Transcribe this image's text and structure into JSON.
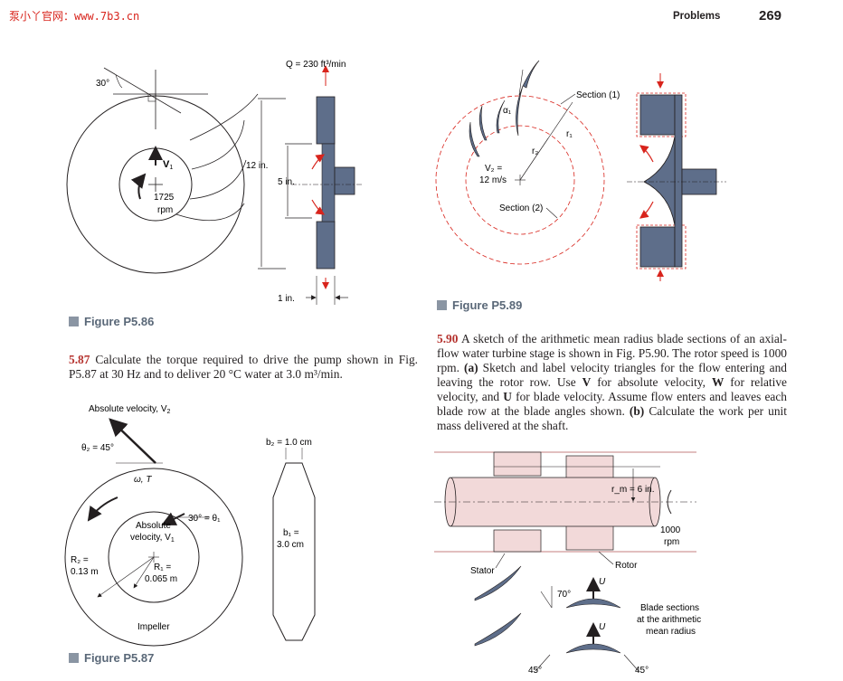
{
  "watermark": "泵小丫官网：www.7b3.cn",
  "header": {
    "section": "Problems",
    "page_number": "269"
  },
  "fig586": {
    "caption": "Figure P5.86",
    "flow": "Q = 230 ft³/min",
    "angle": "30°",
    "v1": "V",
    "v1_sub": "1",
    "speed": "1725",
    "speed_unit": "rpm",
    "outer_dia": "12 in.",
    "inner_dia": "5 in.",
    "width": "1 in."
  },
  "fig587": {
    "caption": "Figure P5.87",
    "abs_v2": "Absolute velocity, V",
    "abs_v2_sub": "2",
    "theta2": "θ₂ = 45°",
    "omega_t": "ω, T",
    "theta1": "30° = θ₁",
    "abs_v1_a": "Absolute",
    "abs_v1_b": "velocity, V",
    "abs_v1_sub": "1",
    "r2_a": "R₂ =",
    "r2_b": "0.13 m",
    "r1_a": "R₁ =",
    "r1_b": "0.065 m",
    "impeller": "Impeller",
    "b2": "b₂ = 1.0 cm",
    "b1_a": "b₁ =",
    "b1_b": "3.0 cm"
  },
  "fig589": {
    "caption": "Figure P5.89",
    "section1": "Section (1)",
    "section2": "Section (2)",
    "alpha1": "α₁",
    "r1": "r₁",
    "r2": "r₂",
    "v2_a": "V₂ =",
    "v2_b": "12 m/s"
  },
  "fig590": {
    "rm": "r_m = 6 in.",
    "rpm_a": "1000",
    "rpm_b": "rpm",
    "stator": "Stator",
    "rotor": "Rotor",
    "u": "U",
    "angle70": "70°",
    "angle45a": "45°",
    "angle45b": "45°",
    "blade_a": "Blade sections",
    "blade_b": "at the arithmetic",
    "blade_c": "mean radius"
  },
  "problems": {
    "p587_num": "5.87",
    "p587_text": "Calculate the torque required to drive the pump shown in Fig. P5.87 at 30 Hz and to deliver 20 °C water at 3.0 m³/min.",
    "p590_num": "5.90",
    "p590_text1": "A sketch of the arithmetic mean radius blade sections of an axial-flow water turbine stage is shown in Fig. P5.90. The rotor speed is 1000 rpm. ",
    "p590_a": "(a)",
    "p590_text2": " Sketch and label velocity triangles for the flow entering and leaving the rotor row. Use ",
    "p590_V": "V",
    "p590_text3": " for absolute velocity, ",
    "p590_W": "W",
    "p590_text4": " for relative velocity, and ",
    "p590_U": "U",
    "p590_text5": " for blade velocity. Assume flow enters and leaves each blade row at the blade angles shown. ",
    "p590_b": "(b)",
    "p590_text6": " Calculate the work per unit mass delivered at the shaft."
  }
}
